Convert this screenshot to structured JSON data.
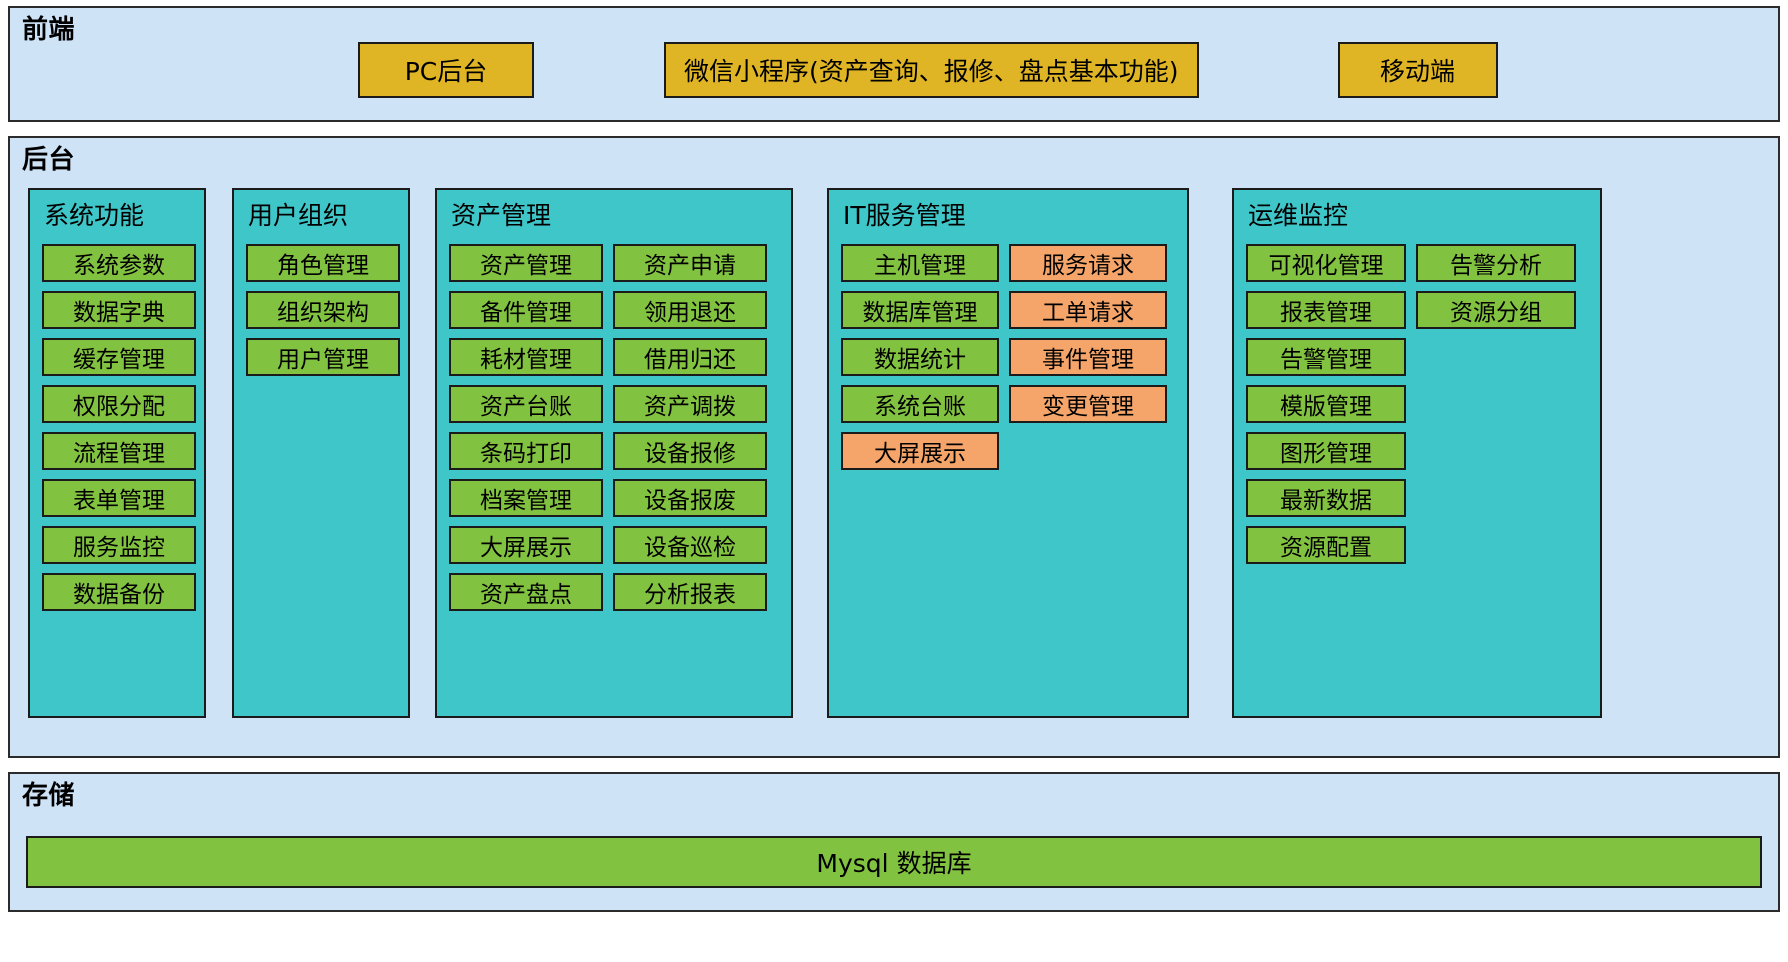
{
  "layers": {
    "frontend": {
      "title": "前端",
      "items": [
        {
          "label": "PC后台",
          "color": "#e0b525"
        },
        {
          "label": "微信小程序(资产查询、报修、盘点基本功能)",
          "color": "#e0b525"
        },
        {
          "label": "移动端",
          "color": "#e0b525"
        }
      ]
    },
    "backend": {
      "title": "后台",
      "groups": [
        {
          "title": "系统功能",
          "columns": [
            {
              "items": [
                {
                  "label": "系统参数",
                  "color": "green"
                },
                {
                  "label": "数据字典",
                  "color": "green"
                },
                {
                  "label": "缓存管理",
                  "color": "green"
                },
                {
                  "label": "权限分配",
                  "color": "green"
                },
                {
                  "label": "流程管理",
                  "color": "green"
                },
                {
                  "label": "表单管理",
                  "color": "green"
                },
                {
                  "label": "服务监控",
                  "color": "green"
                },
                {
                  "label": "数据备份",
                  "color": "green"
                }
              ]
            }
          ]
        },
        {
          "title": "用户组织",
          "columns": [
            {
              "items": [
                {
                  "label": "角色管理",
                  "color": "green"
                },
                {
                  "label": "组织架构",
                  "color": "green"
                },
                {
                  "label": "用户管理",
                  "color": "green"
                }
              ]
            }
          ]
        },
        {
          "title": "资产管理",
          "columns": [
            {
              "items": [
                {
                  "label": "资产管理",
                  "color": "green"
                },
                {
                  "label": "备件管理",
                  "color": "green"
                },
                {
                  "label": "耗材管理",
                  "color": "green"
                },
                {
                  "label": "资产台账",
                  "color": "green"
                },
                {
                  "label": "条码打印",
                  "color": "green"
                },
                {
                  "label": "档案管理",
                  "color": "green"
                },
                {
                  "label": "大屏展示",
                  "color": "green"
                },
                {
                  "label": "资产盘点",
                  "color": "green"
                }
              ]
            },
            {
              "items": [
                {
                  "label": "资产申请",
                  "color": "green"
                },
                {
                  "label": "领用退还",
                  "color": "green"
                },
                {
                  "label": "借用归还",
                  "color": "green"
                },
                {
                  "label": "资产调拨",
                  "color": "green"
                },
                {
                  "label": "设备报修",
                  "color": "green"
                },
                {
                  "label": "设备报废",
                  "color": "green"
                },
                {
                  "label": "设备巡检",
                  "color": "green"
                },
                {
                  "label": "分析报表",
                  "color": "green"
                }
              ]
            }
          ]
        },
        {
          "title": "IT服务管理",
          "columns": [
            {
              "items": [
                {
                  "label": "主机管理",
                  "color": "green"
                },
                {
                  "label": "数据库管理",
                  "color": "green"
                },
                {
                  "label": "数据统计",
                  "color": "green"
                },
                {
                  "label": "系统台账",
                  "color": "green"
                },
                {
                  "label": "大屏展示",
                  "color": "orange"
                }
              ]
            },
            {
              "items": [
                {
                  "label": "服务请求",
                  "color": "orange"
                },
                {
                  "label": "工单请求",
                  "color": "orange"
                },
                {
                  "label": "事件管理",
                  "color": "orange"
                },
                {
                  "label": "变更管理",
                  "color": "orange"
                }
              ]
            }
          ]
        },
        {
          "title": "运维监控",
          "columns": [
            {
              "items": [
                {
                  "label": "可视化管理",
                  "color": "green"
                },
                {
                  "label": "报表管理",
                  "color": "green"
                },
                {
                  "label": "告警管理",
                  "color": "green"
                },
                {
                  "label": "模版管理",
                  "color": "green"
                },
                {
                  "label": "图形管理",
                  "color": "green"
                },
                {
                  "label": "最新数据",
                  "color": "green"
                },
                {
                  "label": "资源配置",
                  "color": "green"
                }
              ]
            },
            {
              "items": [
                {
                  "label": "告警分析",
                  "color": "green"
                },
                {
                  "label": "资源分组",
                  "color": "green"
                }
              ]
            }
          ]
        }
      ]
    },
    "storage": {
      "title": "存储",
      "database": "Mysql 数据库"
    }
  },
  "colors": {
    "layer_background": "#cfe3f7",
    "group_background": "#3fc6c9",
    "chip_green": "#82c241",
    "chip_orange": "#f5a56a",
    "chip_yellow": "#e0b525",
    "border": "#1b1b1b"
  }
}
